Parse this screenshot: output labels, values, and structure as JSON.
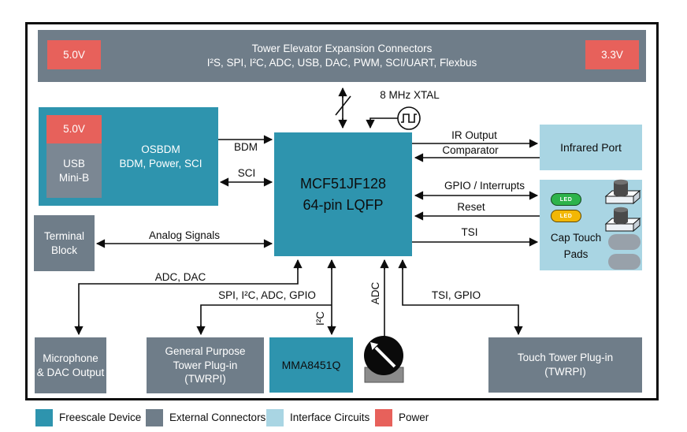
{
  "diagram": {
    "top_bar": {
      "voltage_left": "5.0V",
      "voltage_right": "3.3V",
      "title": "Tower Elevator Expansion Connectors",
      "subtitle": "I²S, SPI, I²C, ADC, USB, DAC, PWM, SCI/UART, Flexbus"
    },
    "osbdm": {
      "voltage": "5.0V",
      "usb": "USB\nMini-B",
      "title": "OSBDM",
      "subtitle": "BDM, Power, SCI"
    },
    "mcu": "MCF51JF128\n64-pin LQFP",
    "blocks": {
      "terminal": "Terminal\nBlock",
      "infrared": "Infrared Port",
      "cap_touch": "Cap Touch\nPads",
      "microphone": "Microphone\n& DAC Output",
      "gp_twrpi": "General Purpose\nTower Plug-in\n(TWRPI)",
      "mma": "MMA8451Q",
      "touch_twrpi": "Touch Tower Plug-in\n(TWRPI)"
    },
    "led_label": "LED",
    "signals": {
      "xtal": "8 MHz XTAL",
      "bdm": "BDM",
      "sci": "SCI",
      "analog": "Analog Signals",
      "ir_output": "IR Output",
      "comparator": "Comparator",
      "gpio_interrupts": "GPIO / Interrupts",
      "reset": "Reset",
      "tsi": "TSI",
      "adc_dac": "ADC, DAC",
      "spi_bus": "SPI, I²C, ADC, GPIO",
      "i2c": "I²C",
      "adc": "ADC",
      "tsi_gpio": "TSI, GPIO"
    }
  },
  "legend": {
    "items": [
      {
        "label": "Freescale Device",
        "color": "#2e94ae"
      },
      {
        "label": "External Connectors",
        "color": "#6f7d89"
      },
      {
        "label": "Interface Circuits",
        "color": "#a9d5e3"
      },
      {
        "label": "Power",
        "color": "#e7615b"
      }
    ]
  }
}
